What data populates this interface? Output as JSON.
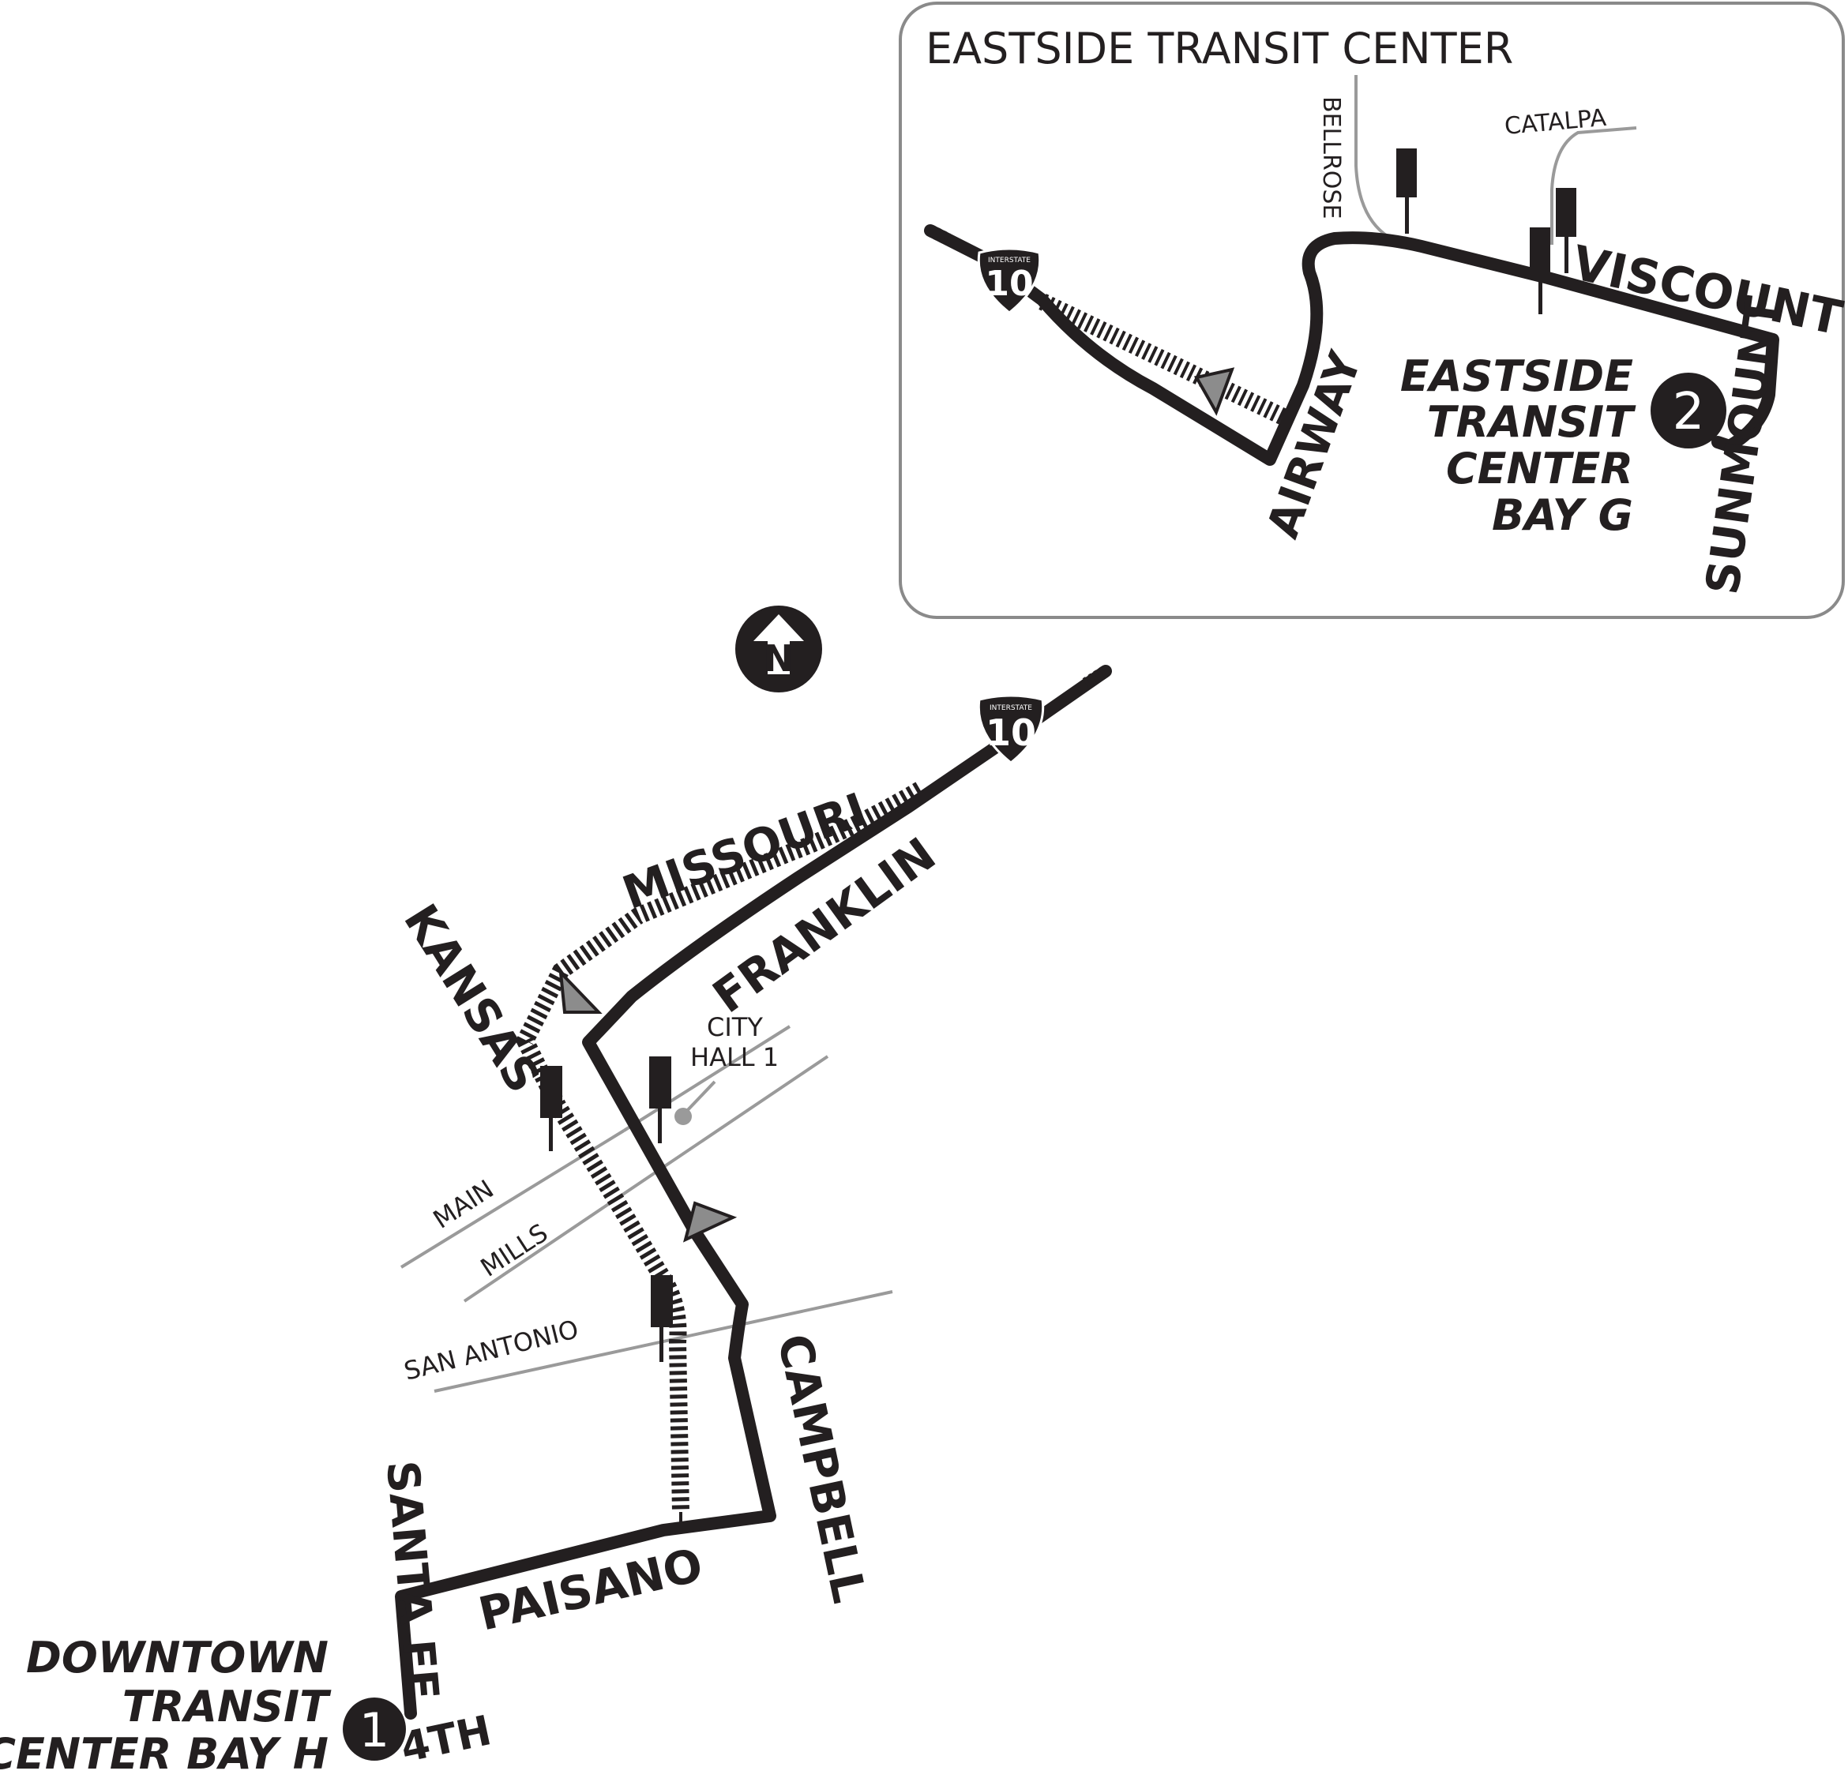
{
  "inset": {
    "title": "EASTSIDE TRANSIT CENTER",
    "streets": {
      "bellrose": "BELLROSE",
      "catalpa": "CATALPA",
      "viscount": "VISCOUNT",
      "sunmount": "SUNMOUNT",
      "airway": "AIRWAY"
    },
    "interstate": {
      "label": "INTERSTATE",
      "number": "10"
    },
    "terminal": {
      "number": "2",
      "lines": [
        "EASTSIDE",
        "TRANSIT",
        "CENTER",
        "BAY G"
      ]
    }
  },
  "main": {
    "streets": {
      "missouri": "MISSOURI",
      "franklin": "FRANKLIN",
      "kansas": "KANSAS",
      "main": "MAIN",
      "mills": "MILLS",
      "san_antonio": "SAN ANTONIO",
      "campbell": "CAMPBELL",
      "paisano": "PAISANO",
      "santa_fe": "SANTA FE",
      "fourth": "4TH"
    },
    "interstate": {
      "label": "INTERSTATE",
      "number": "10"
    },
    "landmark": {
      "line1": "CITY",
      "line2": "HALL 1"
    },
    "north_arrow": "N",
    "terminal": {
      "number": "1",
      "lines": [
        "DOWNTOWN",
        "TRANSIT",
        "CENTER BAY H"
      ]
    }
  },
  "colors": {
    "ink": "#231f20",
    "gray_street": "#9a9a9a",
    "arrow_fill": "#8c8c8c",
    "inset_border": "#8a8a8a"
  }
}
